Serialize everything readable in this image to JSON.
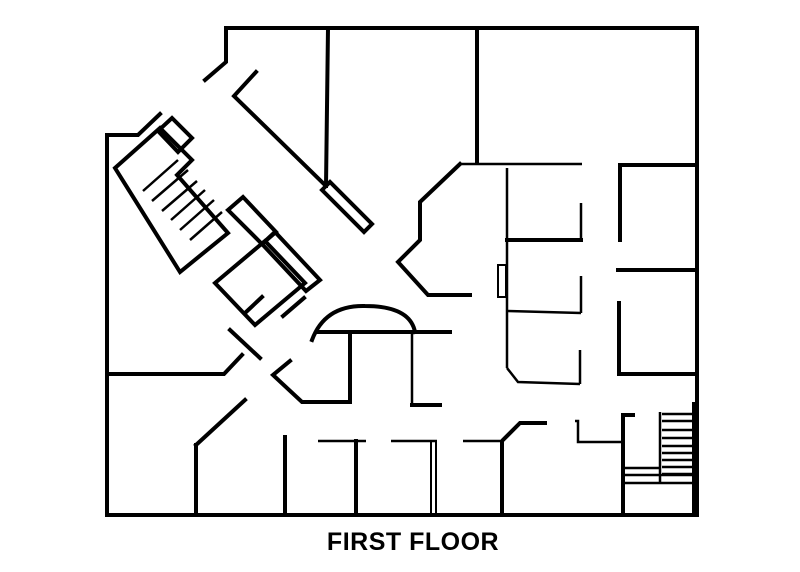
{
  "diagram": {
    "type": "floor-plan",
    "title": "FIRST FLOOR",
    "line_color": "#000000",
    "background": "#ffffff",
    "features": [
      "diagonal corridor",
      "main staircase (diagonal)",
      "rear staircase (bottom-right)",
      "curved alcove",
      "multiple offices"
    ]
  }
}
